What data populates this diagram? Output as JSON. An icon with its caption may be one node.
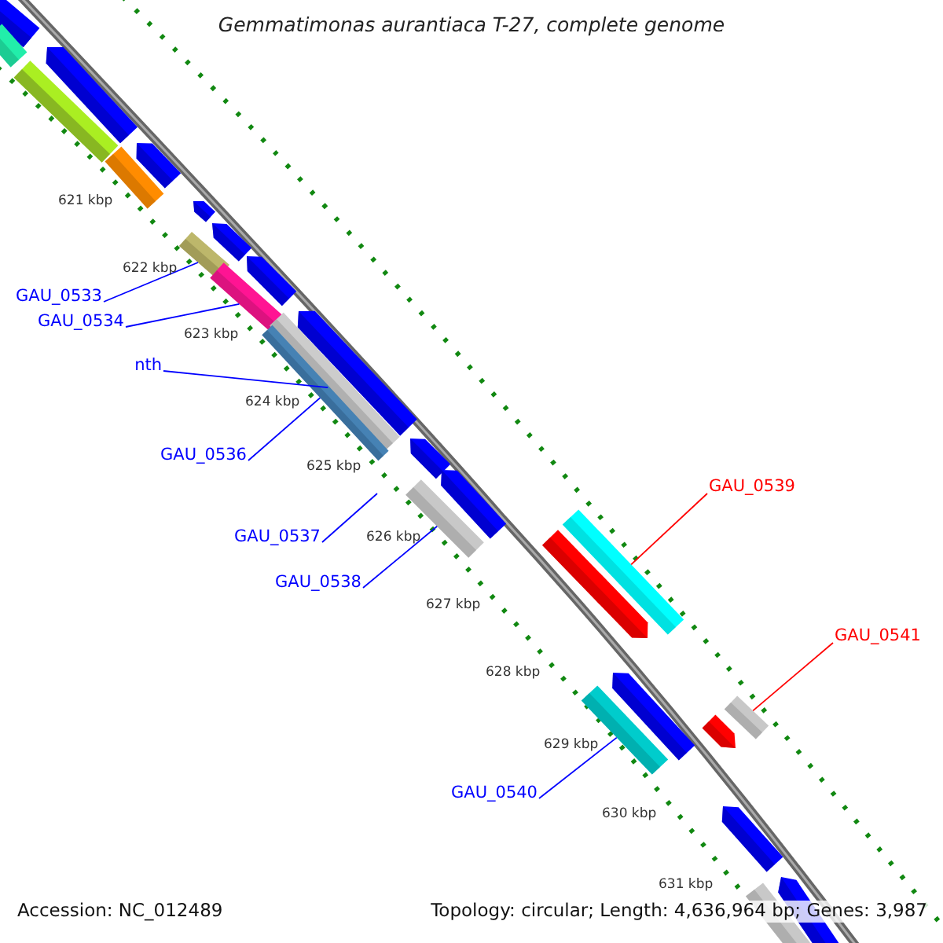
{
  "diagram": {
    "title": "Gemmatimonas aurantiaca T-27, complete genome",
    "nodes": [
      {
        "text": [
          "GAU_0533"
        ]
      },
      {
        "text": [
          "GAU_0534"
        ]
      },
      {
        "text": [
          "nth"
        ]
      },
      {
        "text": [
          "GAU_0536"
        ]
      },
      {
        "text": [
          "GAU_0539"
        ]
      },
      {
        "text": [
          "GAU_0537"
        ]
      },
      {
        "text": [
          "GAU_0538"
        ]
      },
      {
        "text": [
          "GAU_0541"
        ]
      },
      {
        "text": [
          "GAU_0540"
        ]
      },
      {
        "text": [],
        "shape": "bar"
      },
      {
        "text": [],
        "shape": "bar"
      },
      {
        "text": [],
        "shape": "bar"
      },
      {
        "text": [],
        "shape": "bar"
      },
      {
        "text": [],
        "shape": "bar"
      },
      {
        "text": [],
        "shape": "bar"
      },
      {
        "text": [],
        "shape": "bar"
      },
      {
        "text": [],
        "shape": "bar"
      }
    ],
    "edges": [
      {
        "from": 0,
        "to": 9,
        "arrow": "none"
      },
      {
        "from": 1,
        "to": 10,
        "arrow": "none"
      },
      {
        "from": 2,
        "to": 11,
        "arrow": "none"
      },
      {
        "from": 3,
        "to": 12,
        "arrow": "none"
      },
      {
        "from": 4,
        "to": 14,
        "arrow": "none",
        "color": "#ff0000"
      },
      {
        "from": 5,
        "to": null,
        "arrow": "none"
      },
      {
        "from": 6,
        "to": 13,
        "arrow": "none"
      },
      {
        "from": 7,
        "to": 15,
        "arrow": "none",
        "color": "#ff0000"
      },
      {
        "from": 8,
        "to": 16,
        "arrow": "none"
      }
    ],
    "labels": [
      "621 kbp",
      "622 kbp",
      "623 kbp",
      "624 kbp",
      "625 kbp",
      "626 kbp",
      "627 kbp",
      "628 kbp",
      "629 kbp",
      "630 kbp",
      "631 kbp",
      "Accession: NC_012489",
      "Topology: circular; Length: 4,636,964 bp; Genes: 3,987"
    ]
  }
}
